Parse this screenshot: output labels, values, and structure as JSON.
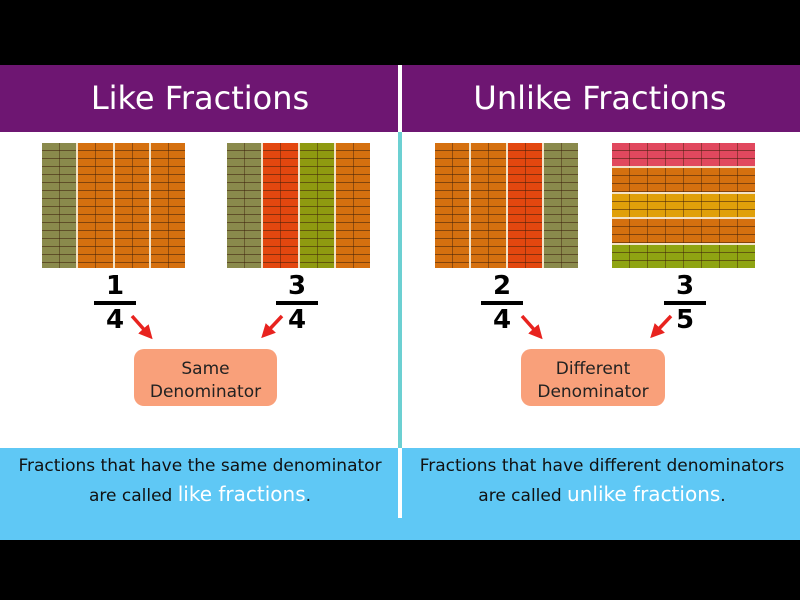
{
  "left": {
    "title": "Like Fractions",
    "fractions": [
      {
        "numerator": "1",
        "denominator": "4"
      },
      {
        "numerator": "3",
        "denominator": "4"
      }
    ],
    "box": [
      "Same",
      "Denominator"
    ],
    "caption": {
      "line1": "Fractions that have the same denominator",
      "pre": "are called ",
      "highlight": "like fractions",
      "post": "."
    }
  },
  "right": {
    "title": "Unlike Fractions",
    "fractions": [
      {
        "numerator": "2",
        "denominator": "4"
      },
      {
        "numerator": "3",
        "denominator": "5"
      }
    ],
    "box": [
      "Different",
      "Denominator"
    ],
    "caption": {
      "line1": "Fractions that have different denominators",
      "pre": "are called ",
      "highlight": "unlike fractions",
      "post": "."
    }
  },
  "colors": {
    "header": "#6e1672",
    "footer": "#5fc8f5",
    "box": "#f9a07a",
    "arrow": "#e8231f"
  }
}
